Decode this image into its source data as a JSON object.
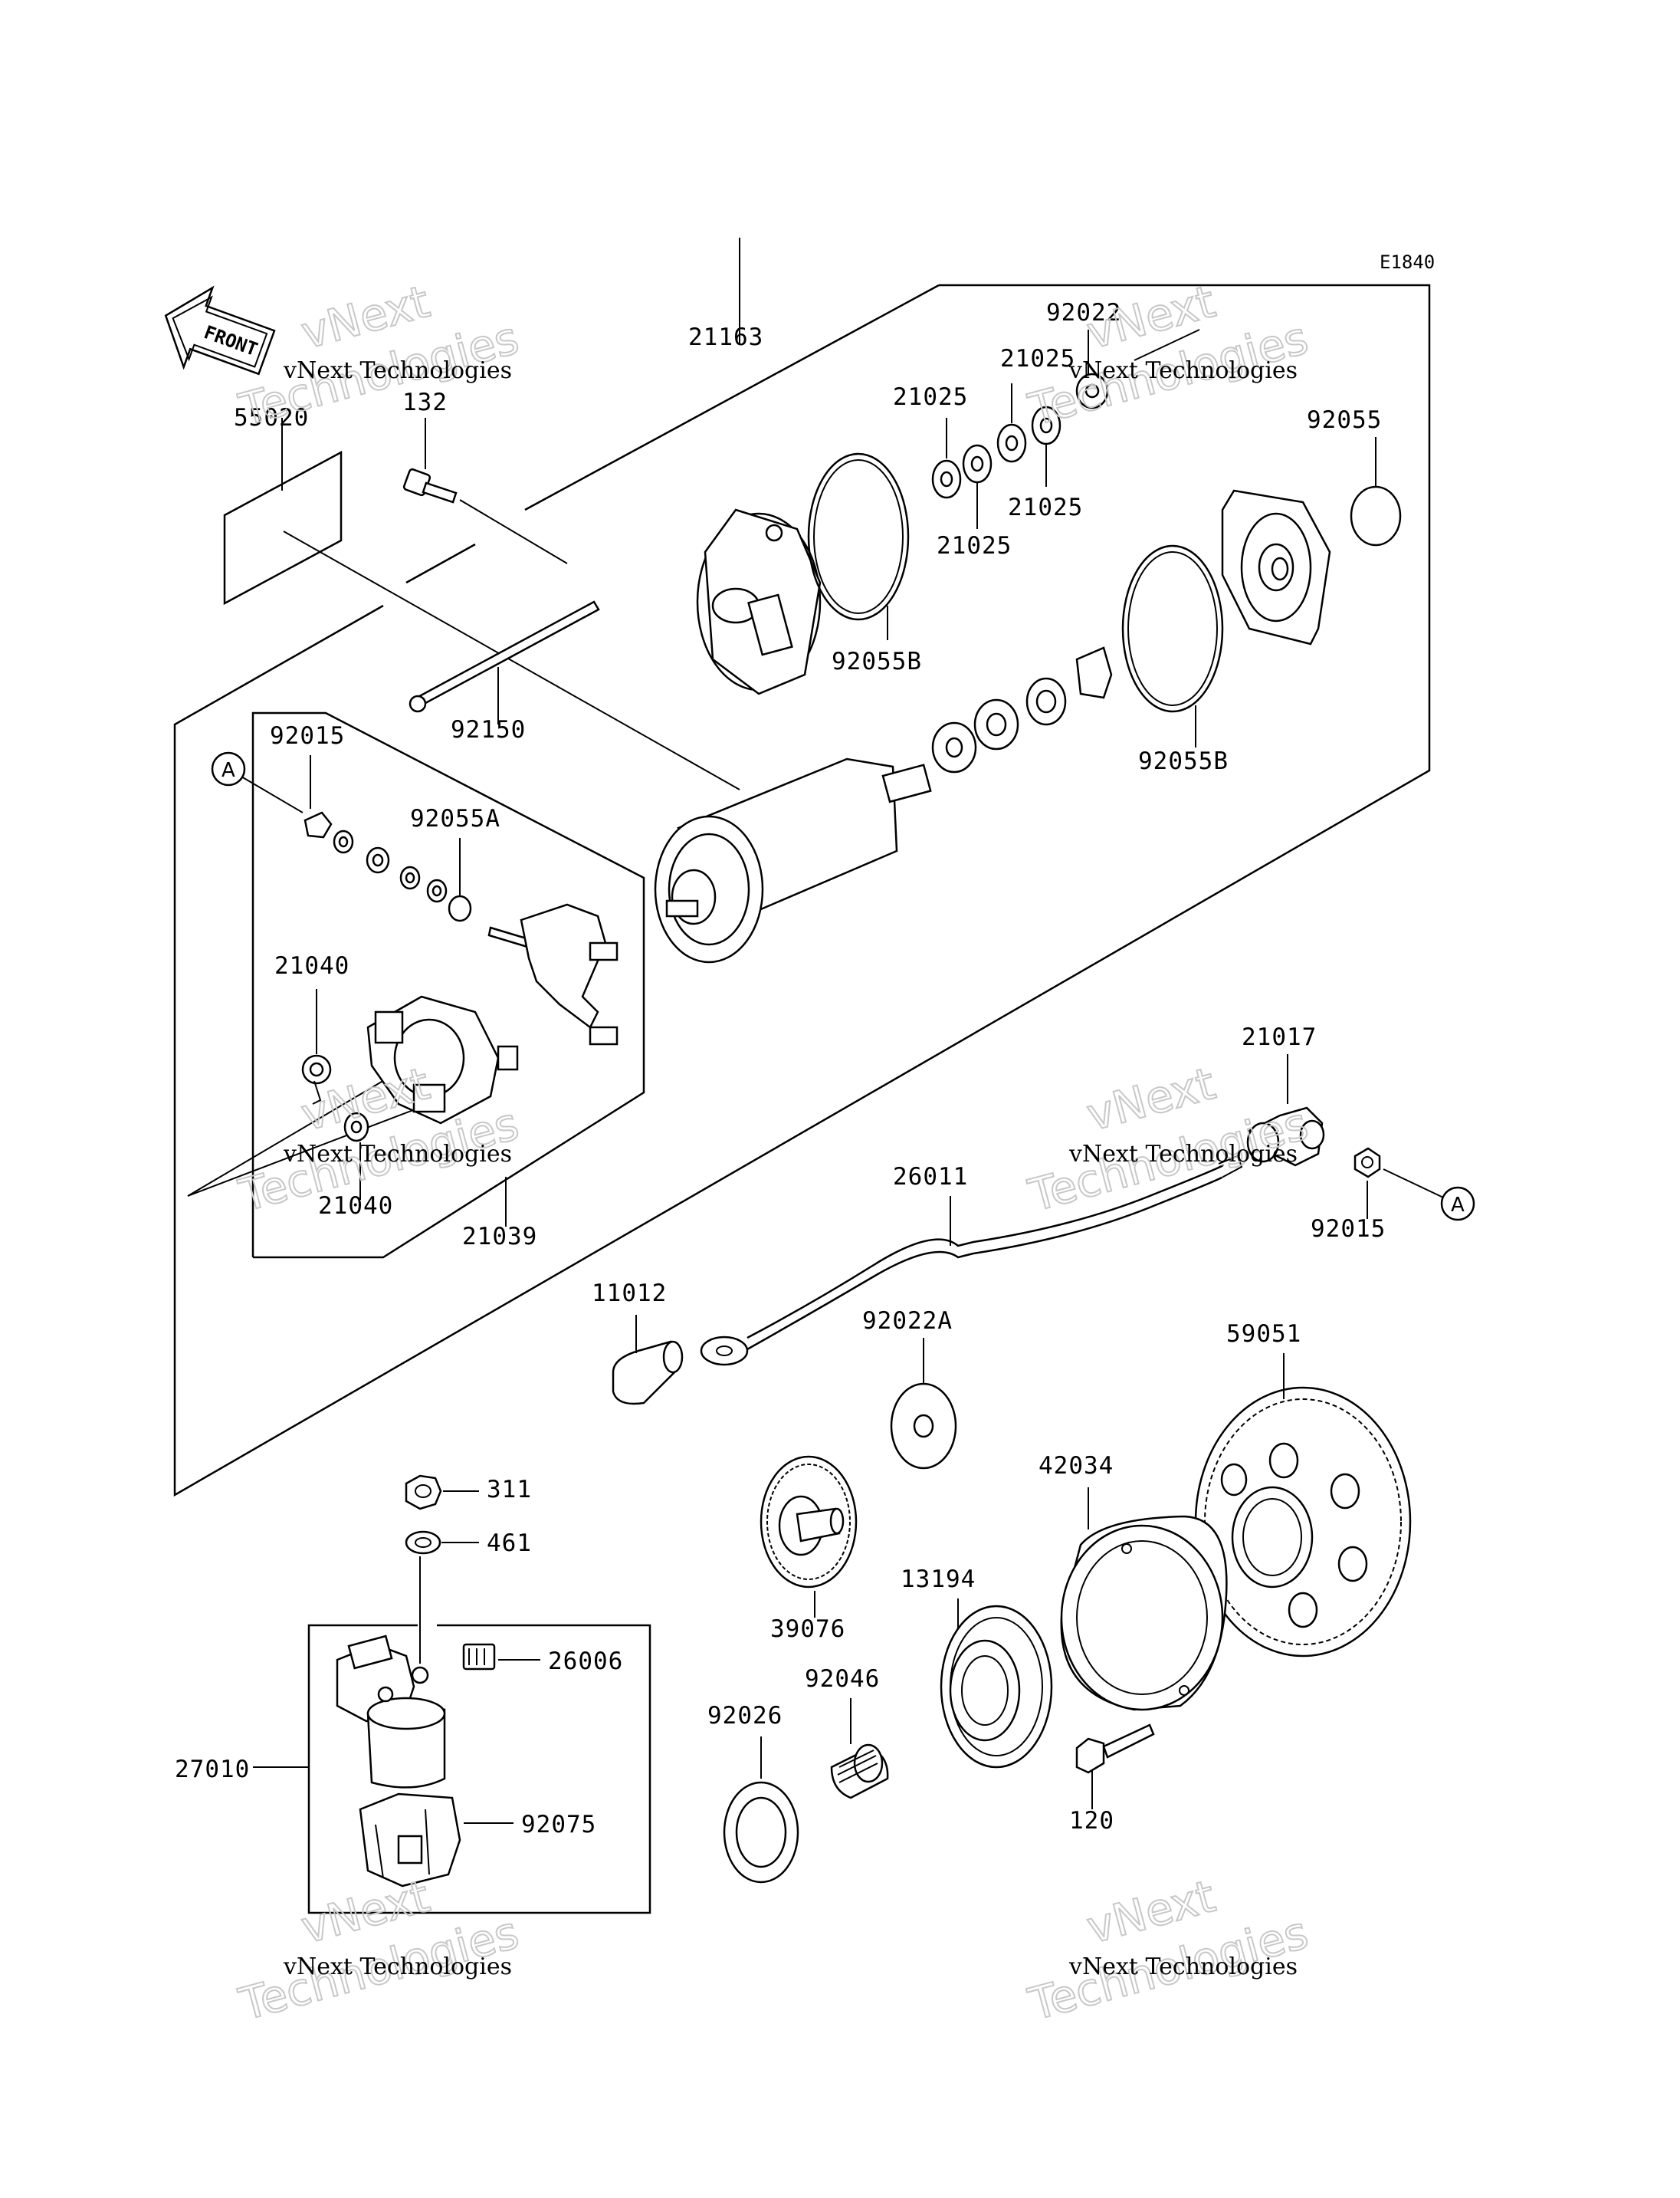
{
  "diagram_code": "E1840",
  "front_label": "FRONT",
  "callout_ref": "A",
  "watermark": {
    "small": "vNext Technologies",
    "big_line1": "vNext",
    "big_line2": "Technologies"
  },
  "parts": {
    "p21163": "21163",
    "p92022": "92022",
    "p21025": "21025",
    "p92055": "92055",
    "p55020": "55020",
    "p132": "132",
    "p92055B": "92055B",
    "p92150": "92150",
    "p92015": "92015",
    "p92055A": "92055A",
    "p21040": "21040",
    "p21039": "21039",
    "p21017": "21017",
    "p26011": "26011",
    "p11012": "11012",
    "p92022A": "92022A",
    "p59051": "59051",
    "p311": "311",
    "p461": "461",
    "p42034": "42034",
    "p39076": "39076",
    "p13194": "13194",
    "p26006": "26006",
    "p92026": "92026",
    "p92046": "92046",
    "p27010": "27010",
    "p120": "120",
    "p92075": "92075"
  },
  "icons": [
    "front-arrow-icon",
    "starter-motor-icon",
    "gear-icon",
    "relay-icon"
  ]
}
